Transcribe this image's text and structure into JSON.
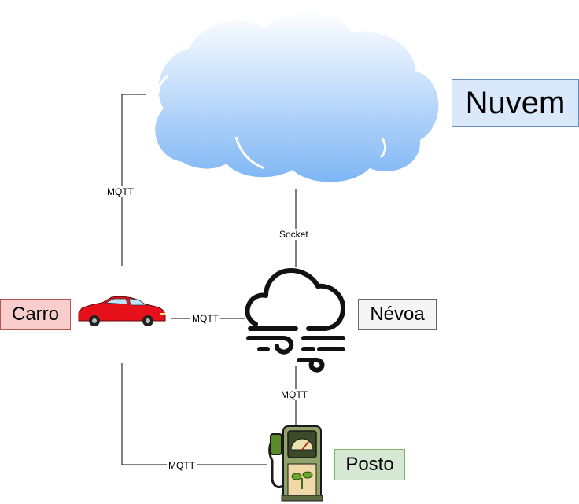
{
  "nodes": {
    "nuvem": {
      "label": "Nuvem",
      "fill": "#dae8fc",
      "stroke": "#6c8ebf"
    },
    "nevoa": {
      "label": "Névoa",
      "fill": "#f5f5f5",
      "stroke": "#666666"
    },
    "carro": {
      "label": "Carro",
      "fill": "#f8cecc",
      "stroke": "#b85450"
    },
    "posto": {
      "label": "Posto",
      "fill": "#d5e8d4",
      "stroke": "#82b366"
    }
  },
  "edges": {
    "carro_nuvem": "MQTT",
    "nuvem_nevoa": "Socket",
    "carro_nevoa": "MQTT",
    "nevoa_posto": "MQTT",
    "carro_posto": "MQTT"
  },
  "icons": {
    "cloud": "cloud-icon",
    "fog": "fog-icon",
    "car": "car-icon",
    "pump": "fuel-pump-icon"
  },
  "colors": {
    "cloud_top": "#ffffff",
    "cloud_bottom": "#7eb6f5",
    "car_body": "#e8101a",
    "pump_body": "#8fa36b",
    "line": "#000000"
  }
}
